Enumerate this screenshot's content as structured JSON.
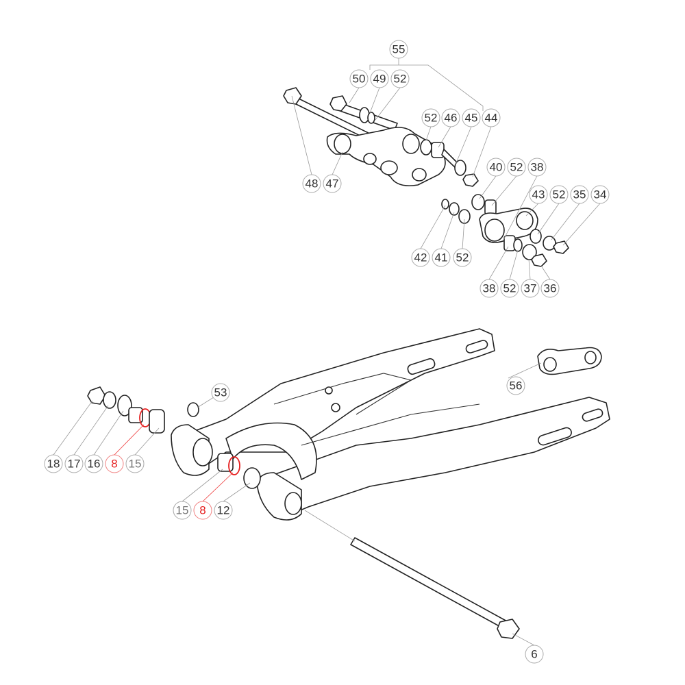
{
  "diagram": {
    "type": "exploded-parts-diagram",
    "highlight_color": "#e62020",
    "callouts": [
      {
        "label": "55"
      },
      {
        "label": "50"
      },
      {
        "label": "49"
      },
      {
        "label": "52"
      },
      {
        "label": "52"
      },
      {
        "label": "46"
      },
      {
        "label": "45"
      },
      {
        "label": "44"
      },
      {
        "label": "48"
      },
      {
        "label": "47"
      },
      {
        "label": "40"
      },
      {
        "label": "52"
      },
      {
        "label": "38"
      },
      {
        "label": "43"
      },
      {
        "label": "52"
      },
      {
        "label": "35"
      },
      {
        "label": "34"
      },
      {
        "label": "42"
      },
      {
        "label": "41"
      },
      {
        "label": "52"
      },
      {
        "label": "38"
      },
      {
        "label": "52"
      },
      {
        "label": "37"
      },
      {
        "label": "36"
      },
      {
        "label": "53"
      },
      {
        "label": "56"
      },
      {
        "label": "18"
      },
      {
        "label": "17"
      },
      {
        "label": "16"
      },
      {
        "label": "8",
        "highlighted": true
      },
      {
        "label": "15"
      },
      {
        "label": "15"
      },
      {
        "label": "8",
        "highlighted": true
      },
      {
        "label": "12"
      },
      {
        "label": "6"
      }
    ]
  }
}
